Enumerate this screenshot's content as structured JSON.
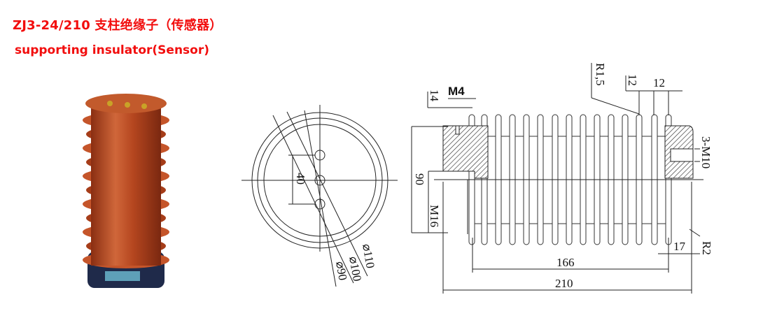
{
  "header": {
    "title": "ZJ3-24/210 支柱绝缘子（传感器）",
    "subtitle": "supporting insulator(Sensor)"
  },
  "colors": {
    "title": "#f20d0d",
    "insulator_body": "#b5461f",
    "insulator_highlight": "#d8703f",
    "base": "#1f2a4a"
  },
  "top_view": {
    "hole_spacing": "40",
    "diameters": [
      "⌀110",
      "⌀100",
      "⌀90"
    ]
  },
  "side_view": {
    "thread_top": "M4",
    "thread_depth": "14",
    "radius_fin": "R1,5",
    "fin_pitch_a": "12",
    "fin_pitch_b": "12",
    "thread_right": "3-M10",
    "height": "90",
    "thread_bottom": "M16",
    "flange_length": "17",
    "radius_base": "R2",
    "shed_length": "166",
    "total_length": "210"
  }
}
